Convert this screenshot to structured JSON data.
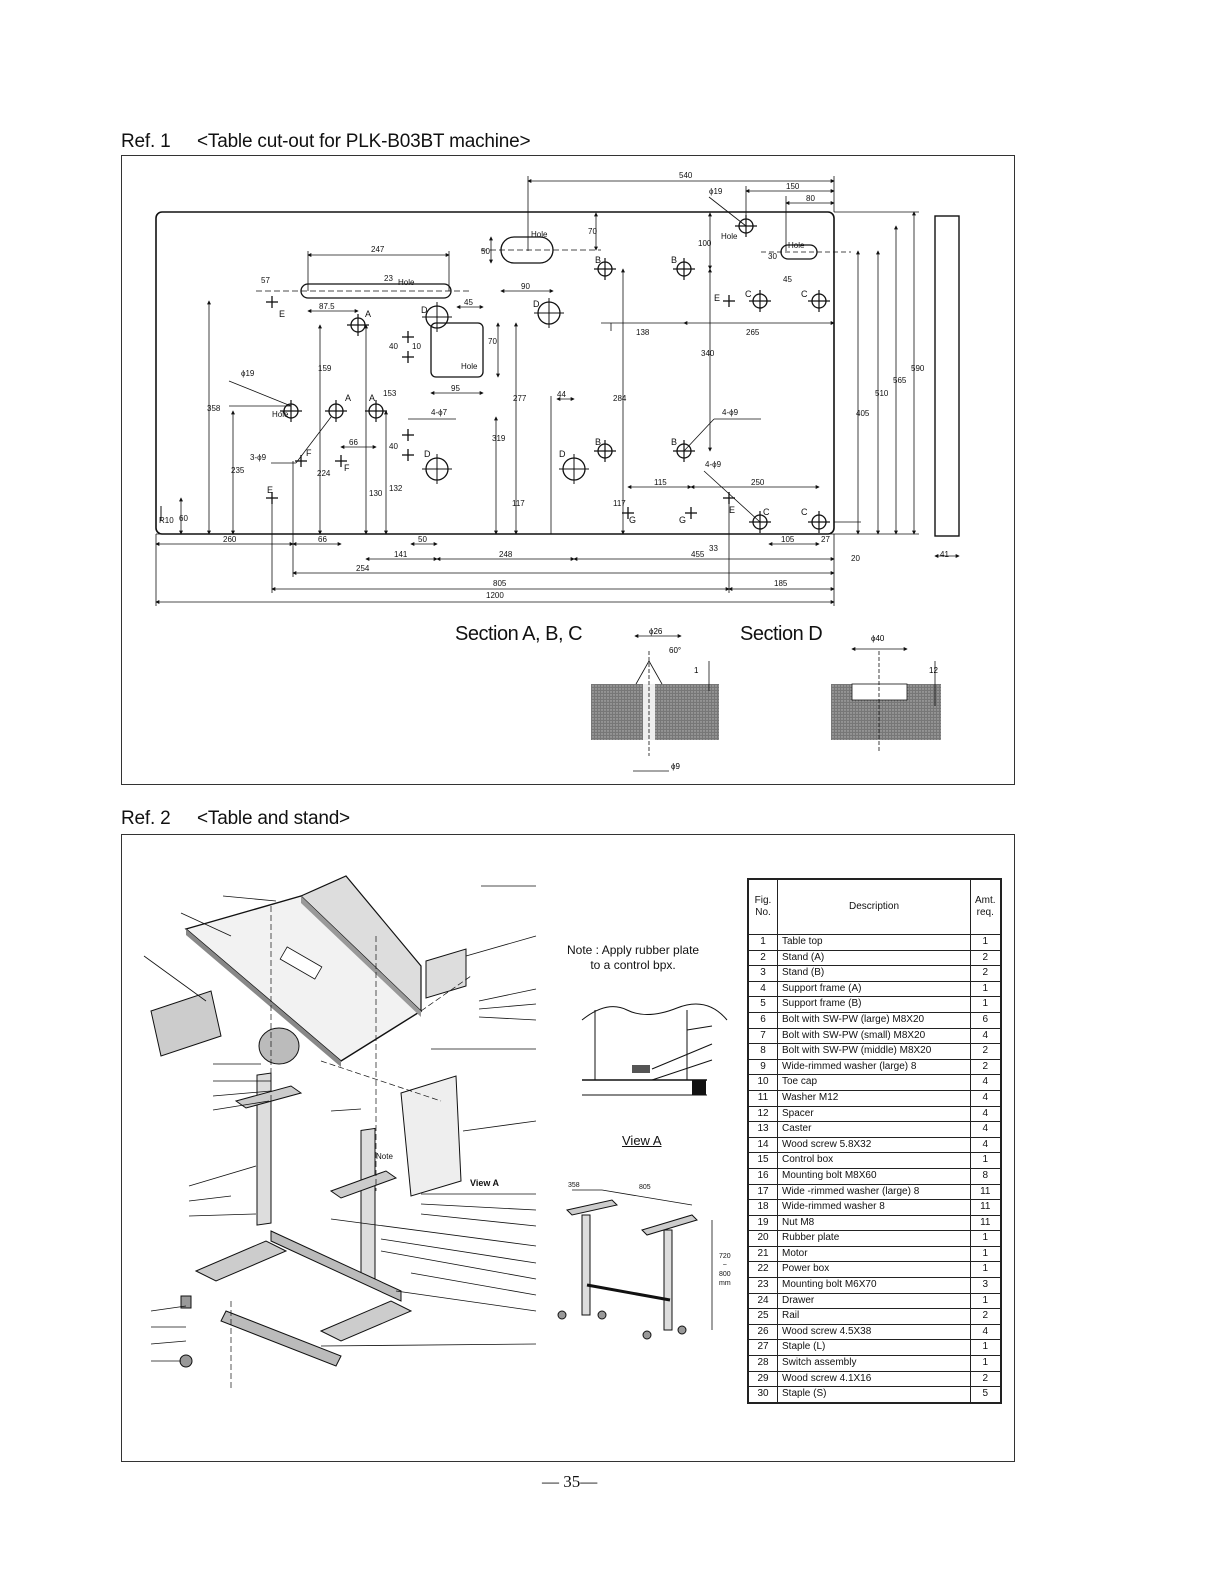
{
  "ref1": {
    "ref_label": "Ref. 1",
    "title": "<Table cut-out for PLK-B03BT machine>",
    "section_abc_label": "Section A, B, C",
    "section_d_label": "Section D",
    "dims": {
      "d540": "540",
      "d150": "150",
      "d80": "80",
      "d19a": "ϕ19",
      "hole": "Hole",
      "d247": "247",
      "d57": "57",
      "d23": "23",
      "d87_5": "87.5",
      "d45a": "45",
      "d50": "50",
      "d70a": "70",
      "d90": "90",
      "d100": "100",
      "d30": "30",
      "d45b": "45",
      "d138": "138",
      "d265": "265",
      "d70b": "70",
      "d10": "10",
      "d40a": "40",
      "d95": "95",
      "d19b": "ϕ19",
      "d358": "358",
      "d159": "159",
      "d153": "153",
      "d47": "4-ϕ7",
      "d39": "3-ϕ9",
      "d49a": "4-ϕ9",
      "d49b": "4-ϕ9",
      "d66a": "66",
      "d44": "44",
      "d340": "340",
      "d277": "277",
      "d284": "284",
      "d319": "319",
      "d235": "235",
      "d224": "224",
      "d40b": "40",
      "d130": "130",
      "d132": "132",
      "d117a": "117",
      "d117b": "117",
      "d115": "115",
      "d250": "250",
      "d405": "405",
      "d510": "510",
      "d565": "565",
      "d590": "590",
      "d60": "60",
      "r10": "R10",
      "d260": "260",
      "d66b": "66",
      "d50b": "50",
      "d141": "141",
      "d248": "248",
      "d455": "455",
      "d33": "33",
      "d105": "105",
      "d27": "27",
      "d20": "20",
      "d41": "41",
      "d254": "254",
      "d805": "805",
      "d185": "185",
      "d1200": "1200",
      "phi26": "ϕ26",
      "a60": "60°",
      "d1": "1",
      "phi9": "ϕ9",
      "phi40": "ϕ40",
      "d12": "12",
      "A": "A",
      "B": "B",
      "C": "C",
      "D": "D",
      "E": "E",
      "F": "F",
      "G": "G"
    }
  },
  "ref2": {
    "ref_label": "Ref. 2",
    "title": "<Table and stand>",
    "note": "Note : Apply rubber plate\nto a control bpx.",
    "view_a": "View A",
    "view_a_arrow": "View A",
    "note_small": "Note",
    "stand_dims": {
      "w1": "358",
      "w2": "805",
      "h": "720\n~\n800\nmm"
    },
    "table_headers": {
      "fig": "Fig.\nNo.",
      "desc": "Description",
      "amt": "Amt.\nreq."
    },
    "parts": [
      {
        "no": "1",
        "desc": "Table top",
        "amt": "1"
      },
      {
        "no": "2",
        "desc": "Stand (A)",
        "amt": "2"
      },
      {
        "no": "3",
        "desc": "Stand (B)",
        "amt": "2"
      },
      {
        "no": "4",
        "desc": "Support frame (A)",
        "amt": "1"
      },
      {
        "no": "5",
        "desc": "Support frame (B)",
        "amt": "1"
      },
      {
        "no": "6",
        "desc": "Bolt with SW-PW (large) M8X20",
        "amt": "6"
      },
      {
        "no": "7",
        "desc": "Bolt with SW-PW (small) M8X20",
        "amt": "4"
      },
      {
        "no": "8",
        "desc": "Bolt with SW-PW (middle) M8X20",
        "amt": "2"
      },
      {
        "no": "9",
        "desc": "Wide-rimmed washer (large) 8",
        "amt": "2"
      },
      {
        "no": "10",
        "desc": "Toe cap",
        "amt": "4"
      },
      {
        "no": "11",
        "desc": "Washer M12",
        "amt": "4"
      },
      {
        "no": "12",
        "desc": "Spacer",
        "amt": "4"
      },
      {
        "no": "13",
        "desc": "Caster",
        "amt": "4"
      },
      {
        "no": "14",
        "desc": "Wood screw 5.8X32",
        "amt": "4"
      },
      {
        "no": "15",
        "desc": "Control box",
        "amt": "1"
      },
      {
        "no": "16",
        "desc": "Mounting bolt M8X60",
        "amt": "8"
      },
      {
        "no": "17",
        "desc": "Wide -rimmed washer (large) 8",
        "amt": "11"
      },
      {
        "no": "18",
        "desc": "Wide-rimmed washer 8",
        "amt": "11"
      },
      {
        "no": "19",
        "desc": "Nut M8",
        "amt": "11"
      },
      {
        "no": "20",
        "desc": "Rubber plate",
        "amt": "1"
      },
      {
        "no": "21",
        "desc": "Motor",
        "amt": "1"
      },
      {
        "no": "22",
        "desc": "Power box",
        "amt": "1"
      },
      {
        "no": "23",
        "desc": "Mounting bolt M6X70",
        "amt": "3"
      },
      {
        "no": "24",
        "desc": "Drawer",
        "amt": "1"
      },
      {
        "no": "25",
        "desc": "Rail",
        "amt": "2"
      },
      {
        "no": "26",
        "desc": "Wood screw 4.5X38",
        "amt": "4"
      },
      {
        "no": "27",
        "desc": "Staple (L)",
        "amt": "1"
      },
      {
        "no": "28",
        "desc": "Switch assembly",
        "amt": "1"
      },
      {
        "no": "29",
        "desc": "Wood screw 4.1X16",
        "amt": "2"
      },
      {
        "no": "30",
        "desc": "Staple (S)",
        "amt": "5"
      }
    ]
  },
  "page_number": "— 35—"
}
